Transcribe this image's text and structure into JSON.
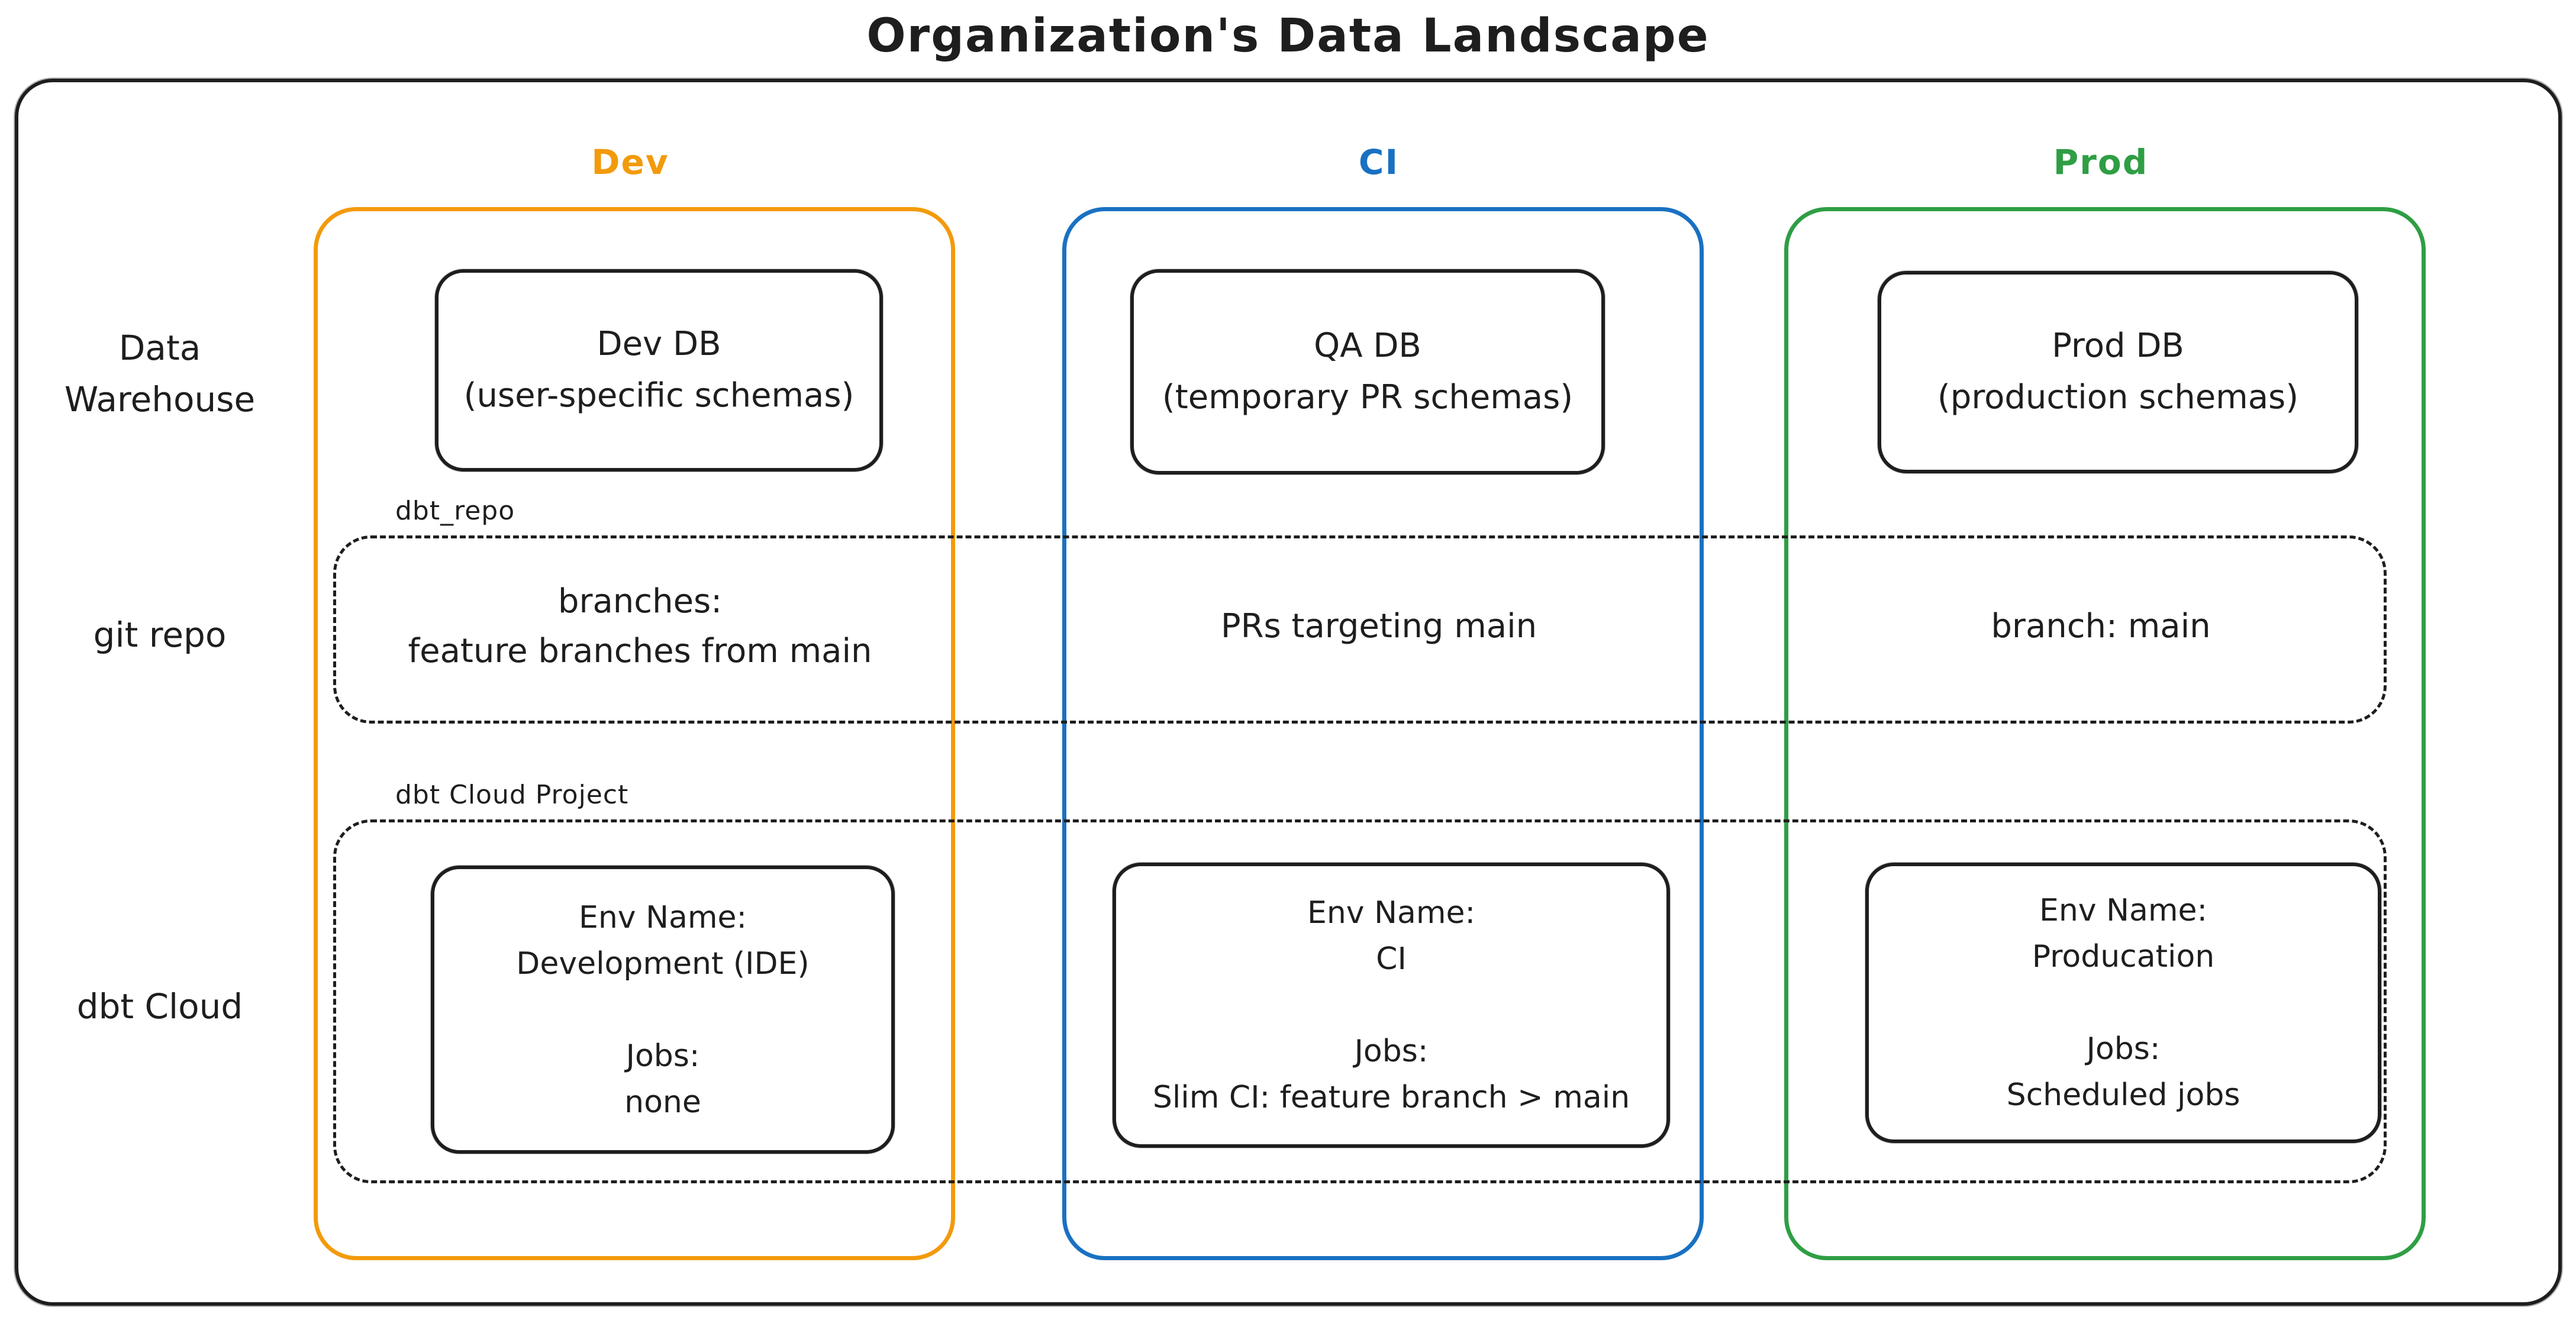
{
  "title": "Organization's Data Landscape",
  "colors": {
    "dev_accent": "#f39a0b",
    "ci_accent": "#1971c2",
    "prod_accent": "#2f9e44",
    "stroke": "#1e1e1e",
    "background": "#ffffff"
  },
  "columns": {
    "dev": {
      "header": "Dev"
    },
    "ci": {
      "header": "CI"
    },
    "prod": {
      "header": "Prod"
    }
  },
  "rows": {
    "warehouse_label": [
      "Data",
      "Warehouse"
    ],
    "git_label": "git repo",
    "dbt_label": "dbt Cloud"
  },
  "warehouse": {
    "dev_db": [
      "Dev DB",
      "(user-specific schemas)"
    ],
    "qa_db": [
      "QA DB",
      "(temporary PR schemas)"
    ],
    "prod_db": [
      "Prod DB",
      "(production schemas)"
    ]
  },
  "git_repo": {
    "group_label": "dbt_repo",
    "dev": [
      "branches:",
      "feature branches from main"
    ],
    "ci": "PRs targeting main",
    "prod": "branch: main"
  },
  "dbt_cloud": {
    "group_label": "dbt Cloud Project",
    "dev": [
      "Env Name:",
      "Development (IDE)",
      "",
      "Jobs:",
      "none"
    ],
    "ci": [
      "Env Name:",
      "CI",
      "",
      "Jobs:",
      "Slim CI: feature branch > main"
    ],
    "prod": [
      "Env Name:",
      "Producation",
      "",
      "Jobs:",
      "Scheduled jobs"
    ]
  }
}
